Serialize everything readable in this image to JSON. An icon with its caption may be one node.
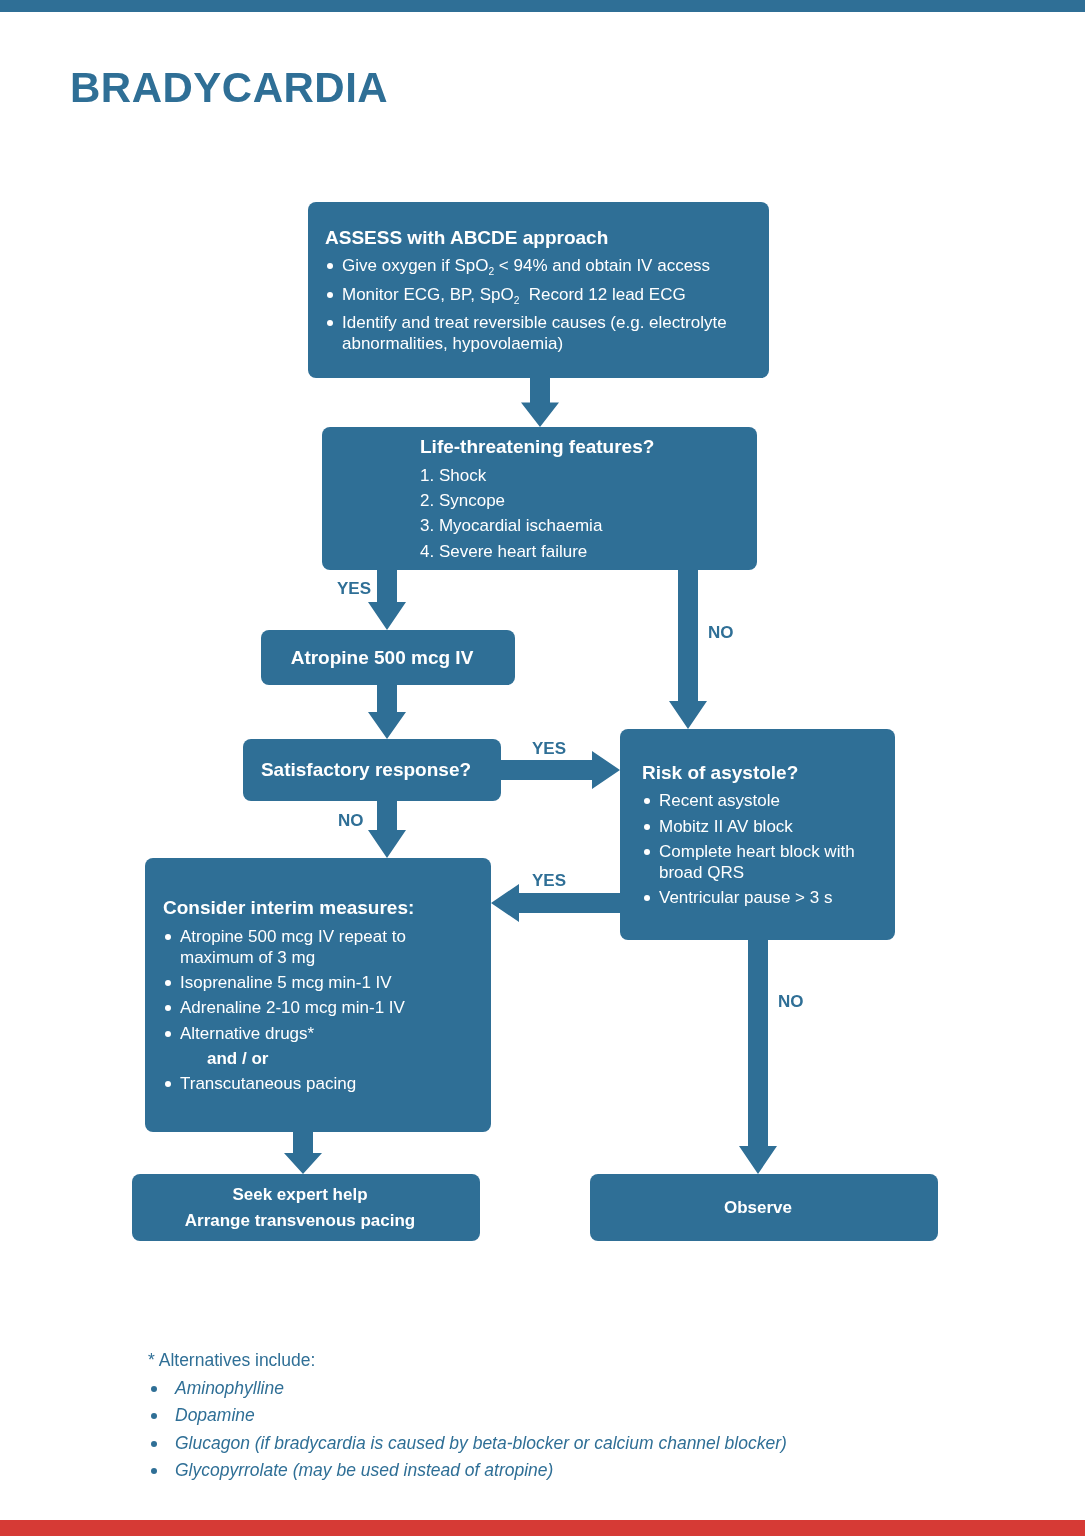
{
  "diagram": {
    "title": "BRADYCARDIA",
    "nodes": [
      {
        "text": [
          "ASSESS with ABCDE approach",
          "Give oxygen if SpO$_{2}$ < 94% and obtain IV access",
          "Monitor ECG, BP, SpO$_{2}$  Record 12 lead ECG",
          "Identify and treat reversible causes (e.g. electrolyte abnormalities, hypovolaemia)"
        ]
      },
      {
        "text": [
          "Life-threatening features?",
          "1. Shock",
          "2. Syncope",
          "3. Myocardial ischaemia",
          "4. Severe heart failure"
        ]
      },
      {
        "text": [
          "Atropine 500 mcg IV"
        ]
      },
      {
        "text": [
          "Satisfactory response?"
        ]
      },
      {
        "text": [
          "Risk of asystole?",
          "Recent asystole",
          "Mobitz II AV block",
          "Complete heart block with broad QRS",
          "Ventricular pause > 3 s"
        ]
      },
      {
        "text": [
          "Consider interim measures:",
          "Atropine 500 mcg IV repeat to maximum of 3 mg",
          "Isoprenaline 5 mcg min-1 IV",
          "Adrenaline 2-10 mcg min-1 IV",
          "Alternative drugs*",
          "and / or",
          "Transcutaneous pacing"
        ]
      },
      {
        "text": [
          "Seek expert help",
          "Arrange transvenous pacing"
        ]
      },
      {
        "text": [
          "Observe"
        ]
      }
    ],
    "edges": [
      {
        "from": 0,
        "to": 1,
        "arrow": "to"
      },
      {
        "from": 1,
        "to": 2,
        "arrow": "to",
        "label": "YES"
      },
      {
        "from": 1,
        "to": 4,
        "arrow": "to",
        "label": "NO"
      },
      {
        "from": 2,
        "to": 3,
        "arrow": "to"
      },
      {
        "from": 3,
        "to": 4,
        "arrow": "to",
        "label": "YES"
      },
      {
        "from": 3,
        "to": 5,
        "arrow": "to",
        "label": "NO"
      },
      {
        "from": 4,
        "to": 5,
        "arrow": "to",
        "label": "YES"
      },
      {
        "from": 5,
        "to": 6,
        "arrow": "to"
      },
      {
        "from": 4,
        "to": 7,
        "arrow": "to",
        "label": "NO"
      }
    ],
    "labels": [
      "* Alternatives include:",
      "Aminophylline",
      "Dopamine",
      "Glucagon (if bradycardia is caused by beta-blocker or calcium channel blocker)",
      "Glycopyrrolate (may be used instead of atropine)"
    ]
  }
}
